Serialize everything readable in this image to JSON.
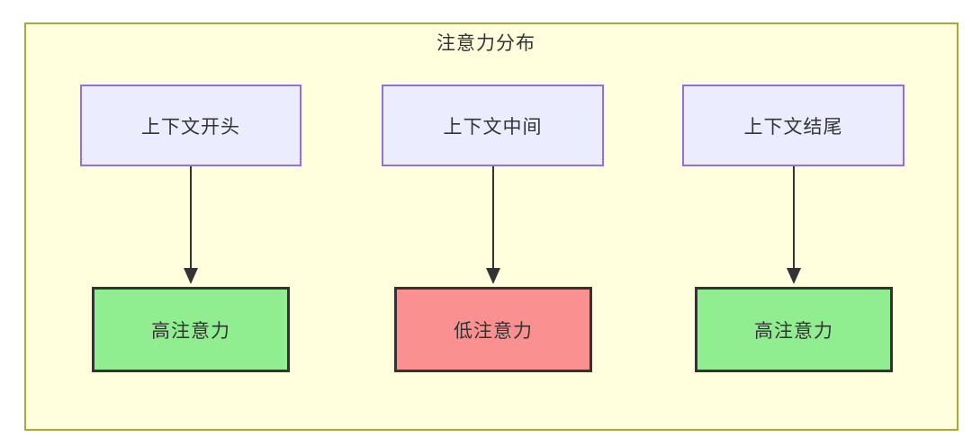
{
  "diagram": {
    "title": "注意力分布",
    "top_nodes": [
      {
        "id": "context-start",
        "label": "上下文开头"
      },
      {
        "id": "context-middle",
        "label": "上下文中间"
      },
      {
        "id": "context-end",
        "label": "上下文结尾"
      }
    ],
    "bottom_nodes": [
      {
        "id": "attention-high-1",
        "label": "高注意力",
        "level": "high"
      },
      {
        "id": "attention-low",
        "label": "低注意力",
        "level": "low"
      },
      {
        "id": "attention-high-2",
        "label": "高注意力",
        "level": "high"
      }
    ],
    "edges": [
      {
        "from": "上下文开头",
        "to": "高注意力"
      },
      {
        "from": "上下文中间",
        "to": "低注意力"
      },
      {
        "from": "上下文结尾",
        "to": "高注意力"
      }
    ],
    "colors": {
      "frame_background": "#FFFFDE",
      "frame_border": "#AAAA33",
      "top_node_background": "#ECECFF",
      "top_node_border": "#9370DB",
      "high_attention_fill": "#90EE90",
      "low_attention_fill": "#FA9090",
      "node_dark_border": "#333333",
      "arrow": "#333333",
      "text": "#333333"
    }
  }
}
